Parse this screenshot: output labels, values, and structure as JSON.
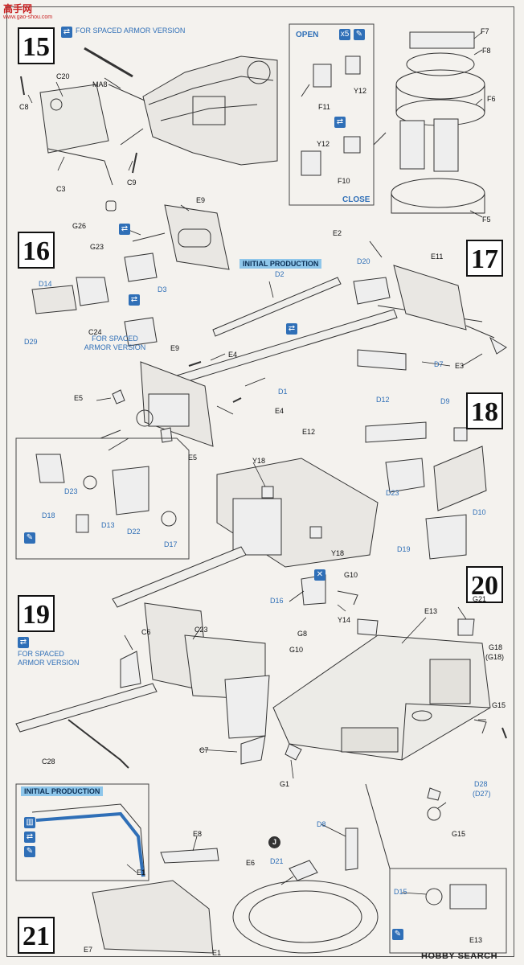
{
  "header": {
    "site_logo": "高手网",
    "site_url": "www.gao-shou.com"
  },
  "footer": {
    "brand": "HOBBY SEARCH"
  },
  "steps": [
    "15",
    "16",
    "17",
    "18",
    "19",
    "20",
    "21"
  ],
  "notes": {
    "spaced_armor_15": "FOR SPACED ARMOR VERSION",
    "spaced_armor_16": "FOR SPACED\nARMOR VERSION",
    "spaced_armor_19": "FOR SPACED\nARMOR VERSION",
    "initial_production_16": "INITIAL PRODUCTION",
    "initial_production_21": "INITIAL PRODUCTION",
    "open": "OPEN",
    "close": "CLOSE"
  },
  "parts": {
    "MA8": "MA8",
    "C20": "C20",
    "C8": "C8",
    "C3": "C3",
    "C9": "C9",
    "F7": "F7",
    "F8": "F8",
    "F6": "F6",
    "F5": "F5",
    "F11": "F11",
    "Y12a": "Y12",
    "Y12b": "Y12",
    "F10": "F10",
    "E9a": "E9",
    "G26": "G26",
    "G23": "G23",
    "D14": "D14",
    "D3": "D3",
    "D29": "D29",
    "C24": "C24",
    "D2": "D2",
    "E2": "E2",
    "D20": "D20",
    "E11": "E11",
    "D7": "D7",
    "E3": "E3",
    "D1": "D1",
    "E9b": "E9",
    "E4a": "E4",
    "E5a": "E5",
    "E4b": "E4",
    "E5b": "E5",
    "D12": "D12",
    "D9": "D9",
    "E12": "E12",
    "Y18a": "Y18",
    "D23a": "D23",
    "D10": "D10",
    "Y18b": "Y18",
    "D19": "D19",
    "D23b": "D23",
    "D18": "D18",
    "D13": "D13",
    "D22": "D22",
    "D17": "D17",
    "C23": "C23",
    "C6": "C6",
    "C28": "C28",
    "C7": "C7",
    "G10a": "G10",
    "D16": "D16",
    "Y14": "Y14",
    "E13a": "E13",
    "G21": "G21",
    "G8": "G8",
    "G10b": "G10",
    "G18": "G18",
    "G18p": "(G18)",
    "G15a": "G15",
    "G1": "G1",
    "D28": "D28",
    "D27p": "(D27)",
    "G15b": "G15",
    "E1a": "E1",
    "E8": "E8",
    "D8": "D8",
    "D21": "D21",
    "E6": "E6",
    "E7": "E7",
    "E1b": "E1",
    "D15": "D15",
    "E13b": "E13"
  },
  "icons": {
    "x5": "x5"
  }
}
